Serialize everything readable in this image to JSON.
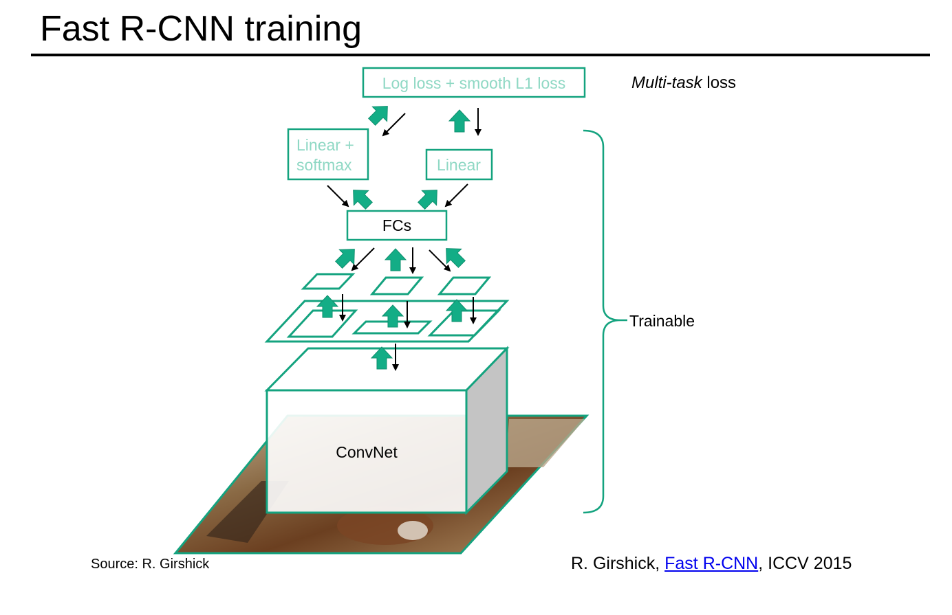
{
  "title": "Fast R-CNN training",
  "diagram": {
    "loss_box": "Log loss + smooth L1 loss",
    "multi_task_italic": "Multi-task",
    "multi_task_rest": " loss",
    "cls_head_line1": "Linear +",
    "cls_head_line2": "softmax",
    "reg_head": "Linear",
    "fcs": "FCs",
    "convnet": "ConvNet",
    "bracket_label": "Trainable",
    "colors": {
      "teal": "#14a37f",
      "teal_arrow": "#13ad86",
      "teal_text_faded": "#8fd8c4"
    }
  },
  "footer": {
    "source": "Source: R. Girshick",
    "citation_author": "R. Girshick, ",
    "citation_link": "Fast R-CNN",
    "citation_venue": ", ICCV 2015"
  }
}
